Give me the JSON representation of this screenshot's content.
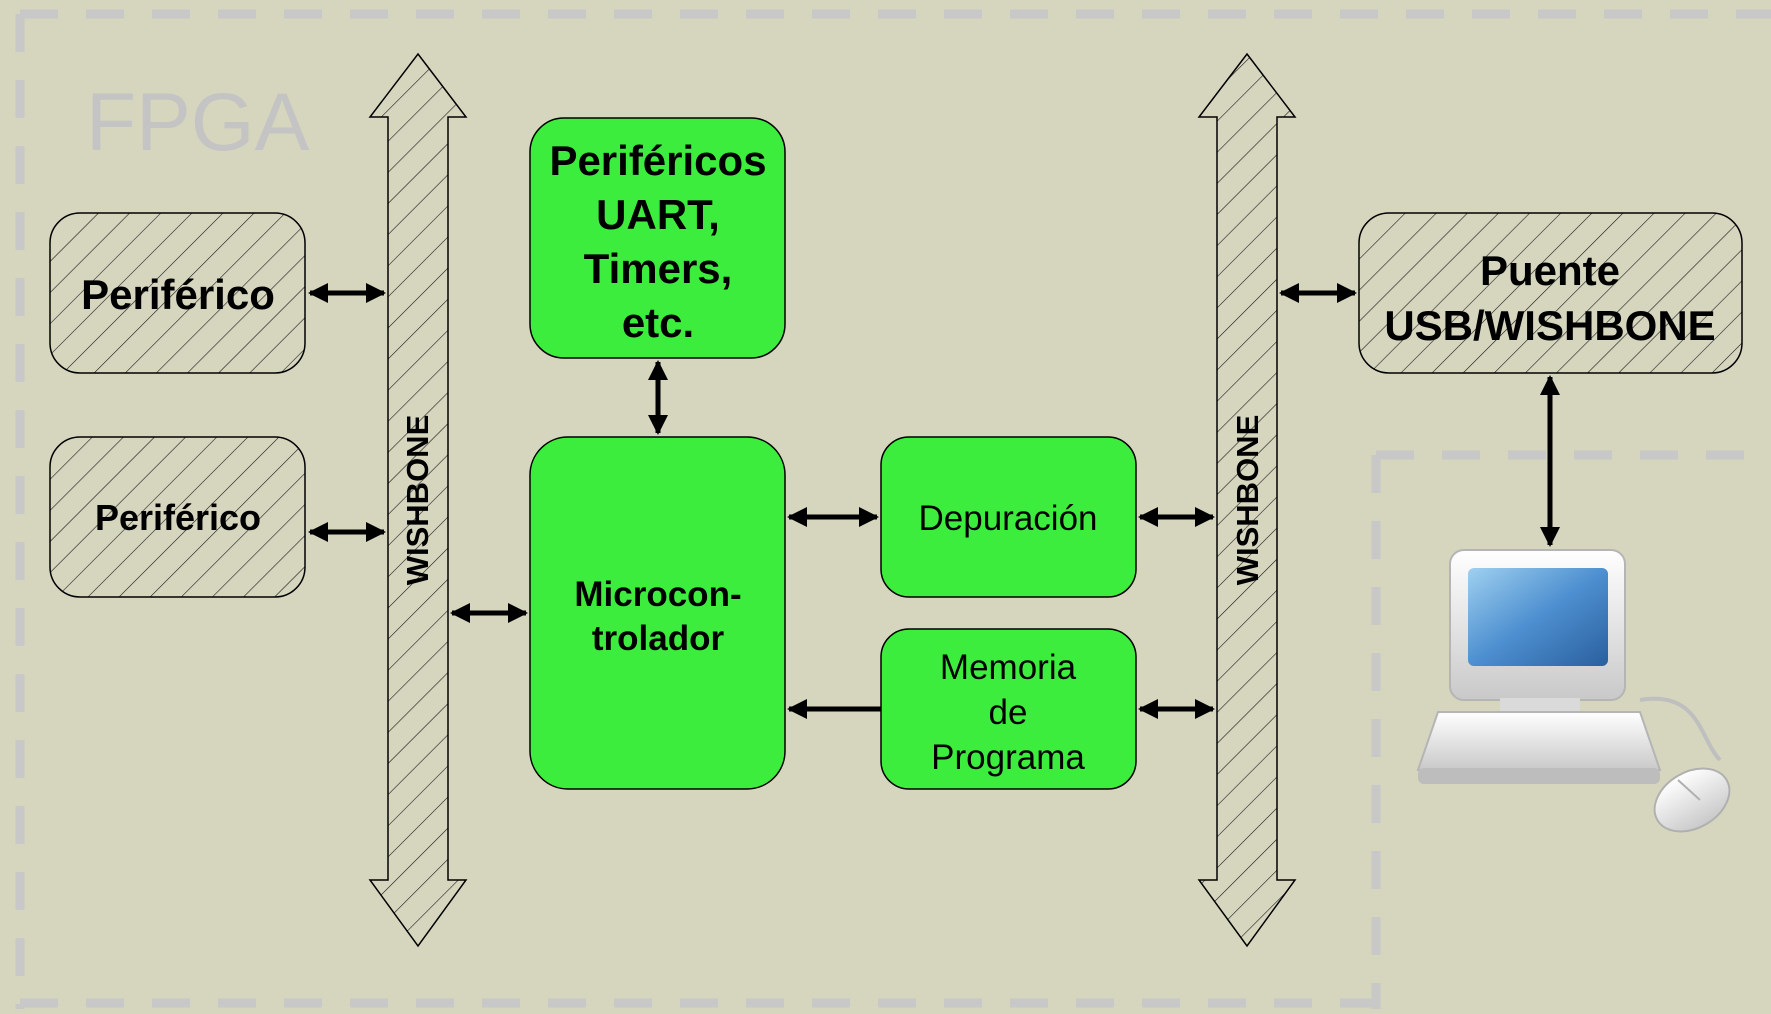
{
  "diagram": {
    "region_label": "FPGA",
    "bus_left_label": "WISHBONE",
    "bus_right_label": "WISHBONE",
    "peripheral_1": "Periférico",
    "peripheral_2": "Periférico",
    "peripherals_block": [
      "Periféricos",
      "UART,",
      "Timers,",
      "etc."
    ],
    "microcontroller": [
      "Microcon-",
      "trolador"
    ],
    "debug_block": "Depuración",
    "program_memory": [
      "Memoria",
      "de",
      "Programa"
    ],
    "bridge": [
      "Puente",
      "USB/WISHBONE"
    ],
    "computer_icon": "desktop-computer-icon"
  },
  "colors": {
    "background": "#d6d5be",
    "dash": "#c8c8c8",
    "green_block": "#3ded3d",
    "region_label": "#c4c4c4"
  }
}
